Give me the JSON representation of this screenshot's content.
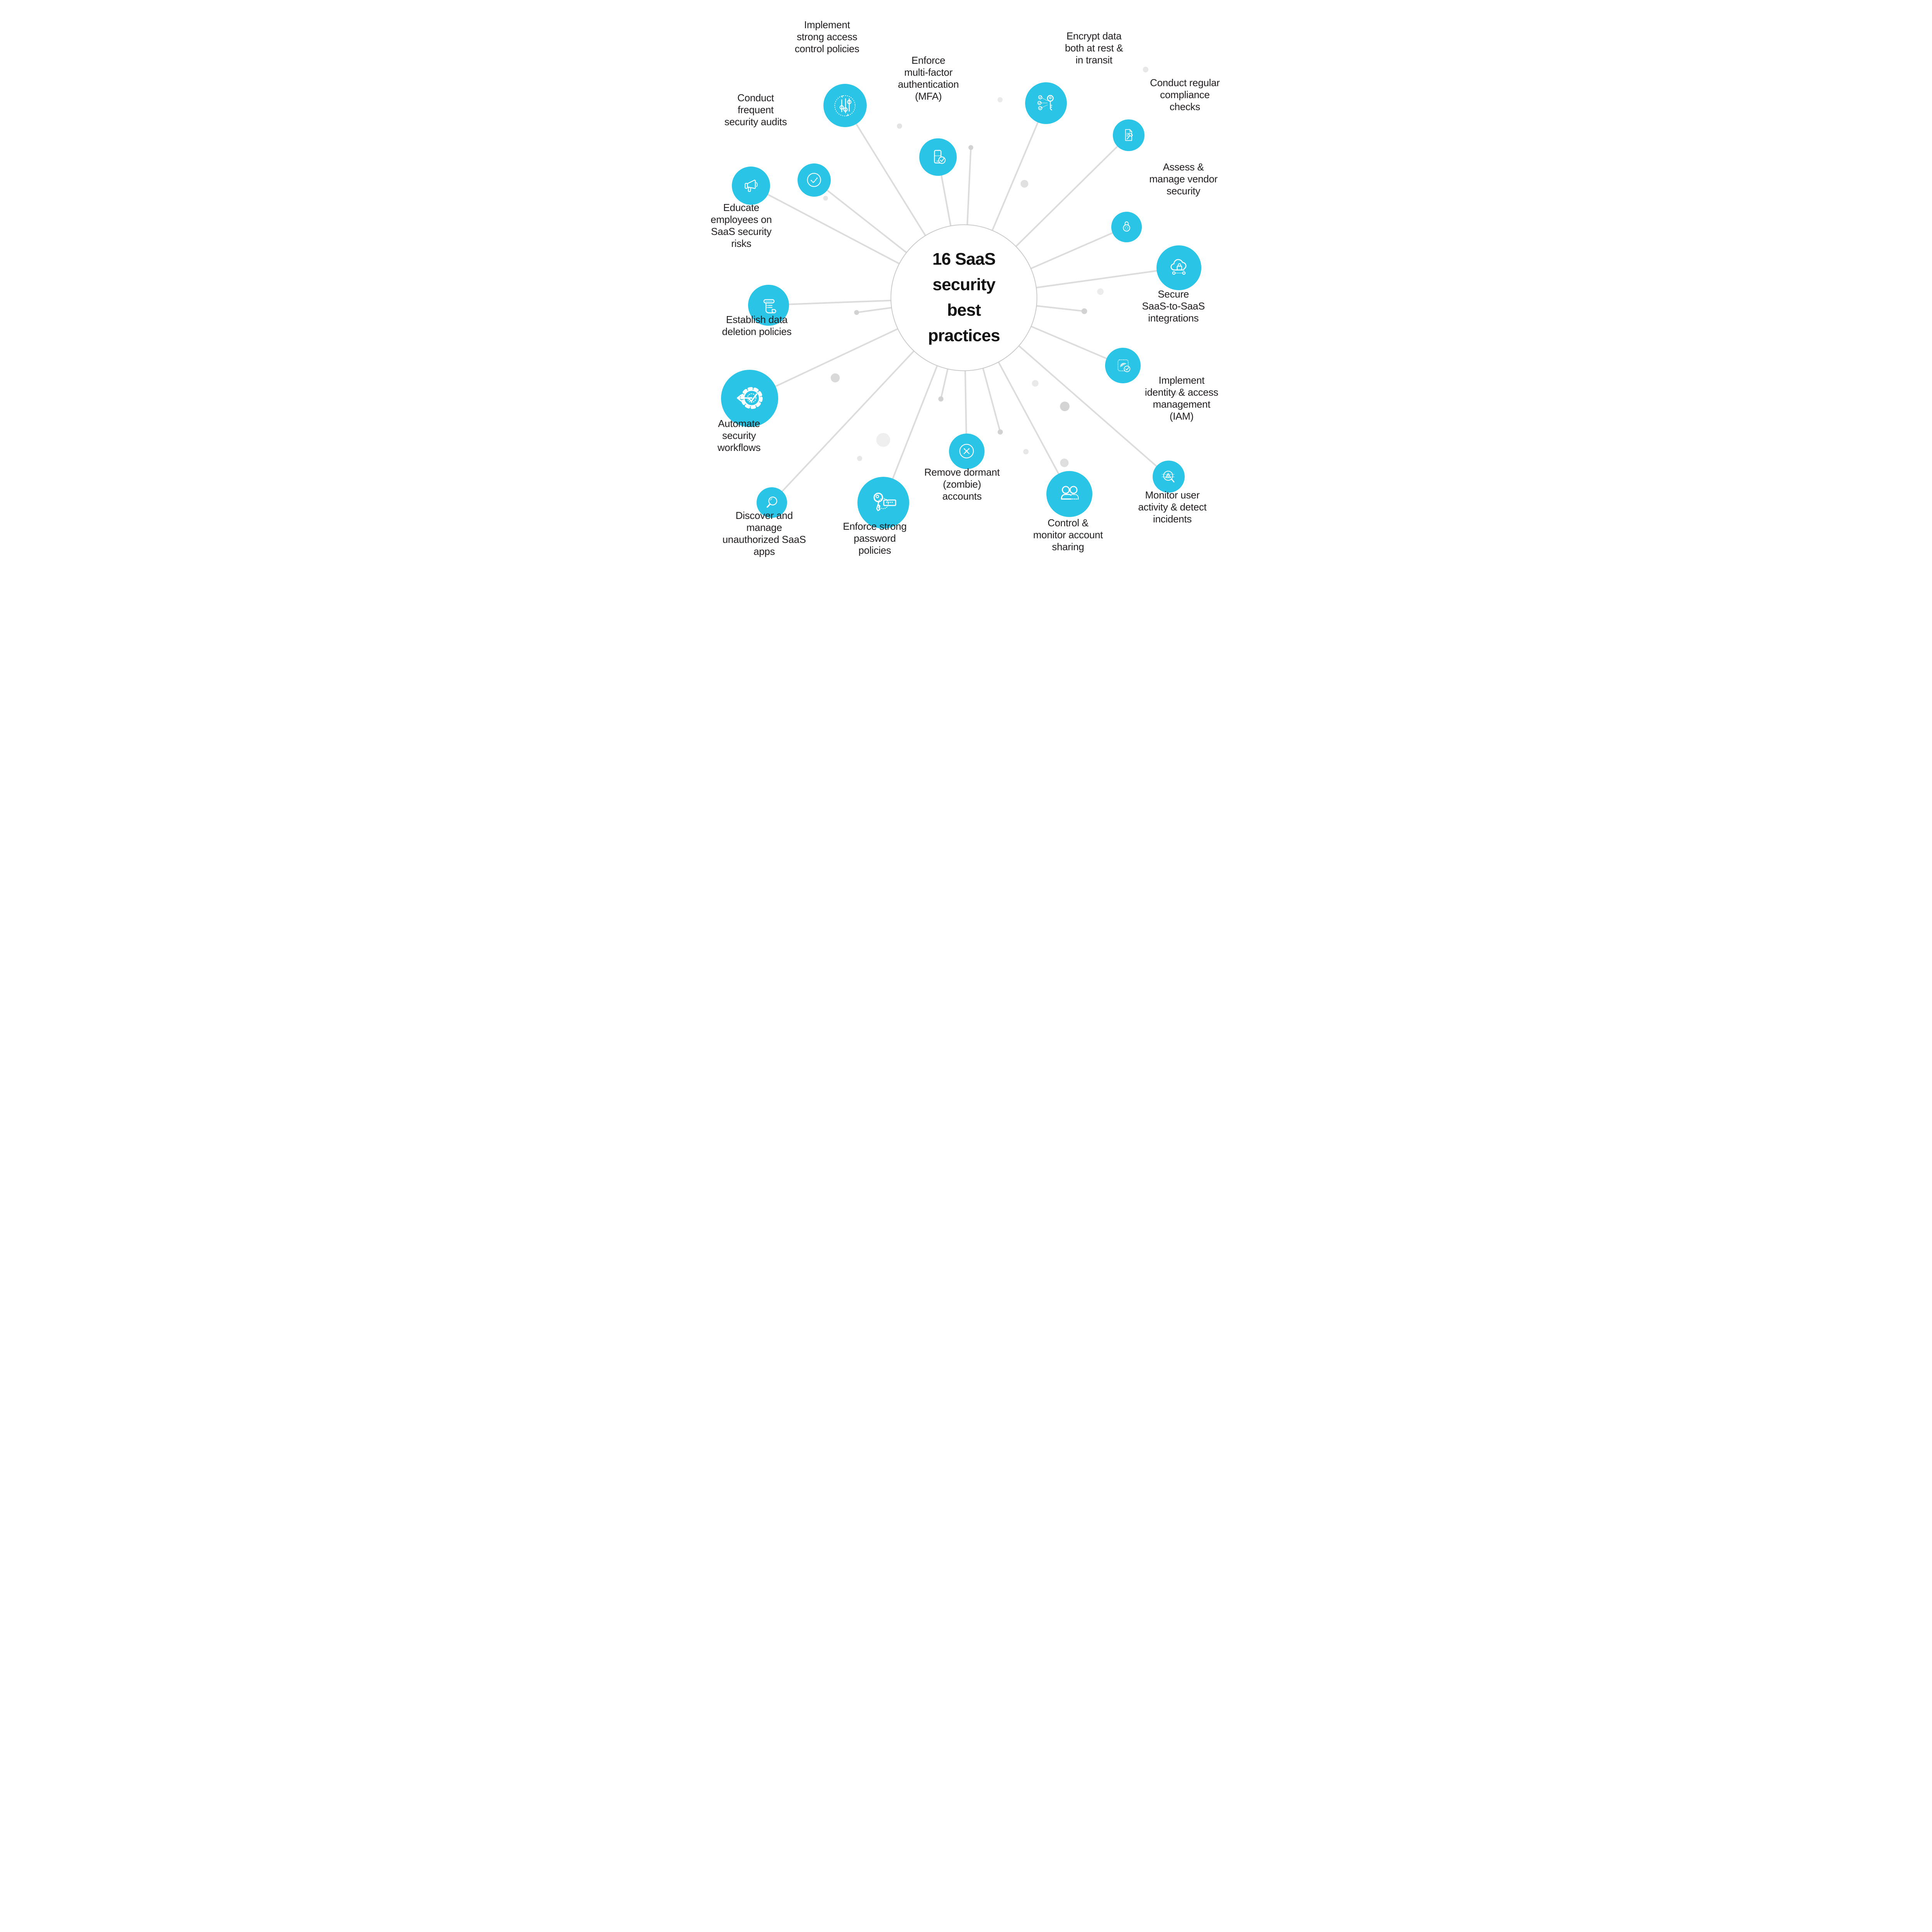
{
  "center": {
    "title": "16 SaaS\nsecurity\nbest\npractices"
  },
  "colors": {
    "accent_cyan": "#29C4E6",
    "spoke_gray": "#DCDCDC",
    "center_border_gray": "#C9C9C9",
    "text_dark": "#231F20",
    "icon_stroke": "#FFFFFF"
  },
  "items": [
    {
      "icon": "access-control-sliders-icon",
      "label": "Implement\nstrong access\ncontrol policies"
    },
    {
      "icon": "audit-check-icon",
      "label": "Conduct\nfrequent\nsecurity audits"
    },
    {
      "icon": "megaphone-icon",
      "label": "Educate\nemployees on\nSaaS security\nrisks"
    },
    {
      "icon": "scroll-document-icon",
      "label": "Establish data\ndeletion policies"
    },
    {
      "icon": "gear-check-arrow-icon",
      "label": "Automate\nsecurity\nworkflows"
    },
    {
      "icon": "magnifier-icon",
      "label": "Discover and\nmanage\nunauthorized SaaS\napps"
    },
    {
      "icon": "key-password-icon",
      "label": "Enforce strong\npassword\npolicies"
    },
    {
      "icon": "dashed-x-circle-icon",
      "label": "Remove dormant\n(zombie)\naccounts"
    },
    {
      "icon": "shared-accounts-icon",
      "label": "Control &\nmonitor account\nsharing"
    },
    {
      "icon": "threat-magnifier-icon",
      "label": "Monitor user\nactivity & detect\nincidents"
    },
    {
      "icon": "fingerprint-check-icon",
      "label": "Implement\nidentity & access\nmanagement\n(IAM)"
    },
    {
      "icon": "cloud-lock-icon",
      "label": "Secure\nSaaS-to-SaaS\nintegrations"
    },
    {
      "icon": "round-padlock-icon",
      "label": "Assess &\nmanage vendor\nsecurity"
    },
    {
      "icon": "document-gavel-icon",
      "label": "Conduct regular\ncompliance\nchecks"
    },
    {
      "icon": "key-checklist-icon",
      "label": "Encrypt data\nboth at rest &\nin transit"
    },
    {
      "icon": "phone-check-icon",
      "label": "Enforce\nmulti-factor\nauthentication\n(MFA)"
    }
  ],
  "icon_glyphs": {
    "password_mask": "****",
    "mfa_mask": "******"
  }
}
